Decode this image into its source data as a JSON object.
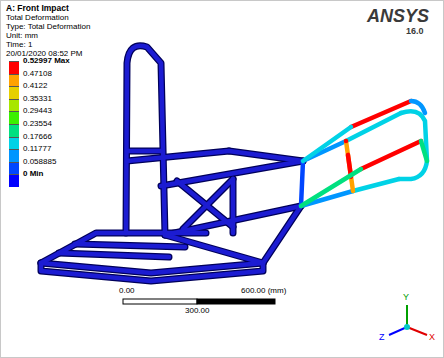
{
  "diagram": {
    "title": "A: Front Impact",
    "labels": [
      "Total Deformation",
      "Type: Total Deformation",
      "Unit: mm",
      "Time: 1",
      "20/01/2020 08:52 PM",
      "ANSYS",
      "16.0",
      "0.00",
      "600.00 (mm)",
      "300.00",
      "Y",
      "Z",
      "X"
    ],
    "legend": [
      {
        "text": "0.52997 Max",
        "color": "#ff0000"
      },
      {
        "text": "0.47108",
        "color": "#ffa200"
      },
      {
        "text": "0.4122",
        "color": "#e6d000"
      },
      {
        "text": "0.35331",
        "color": "#a8e600"
      },
      {
        "text": "0.29443",
        "color": "#3cf000"
      },
      {
        "text": "0.23554",
        "color": "#00e080"
      },
      {
        "text": "0.17666",
        "color": "#00d2e6"
      },
      {
        "text": "0.11777",
        "color": "#0096ff"
      },
      {
        "text": "0.058885",
        "color": "#0046ff"
      },
      {
        "text": "0 Min",
        "color": "#0000ff"
      }
    ]
  }
}
